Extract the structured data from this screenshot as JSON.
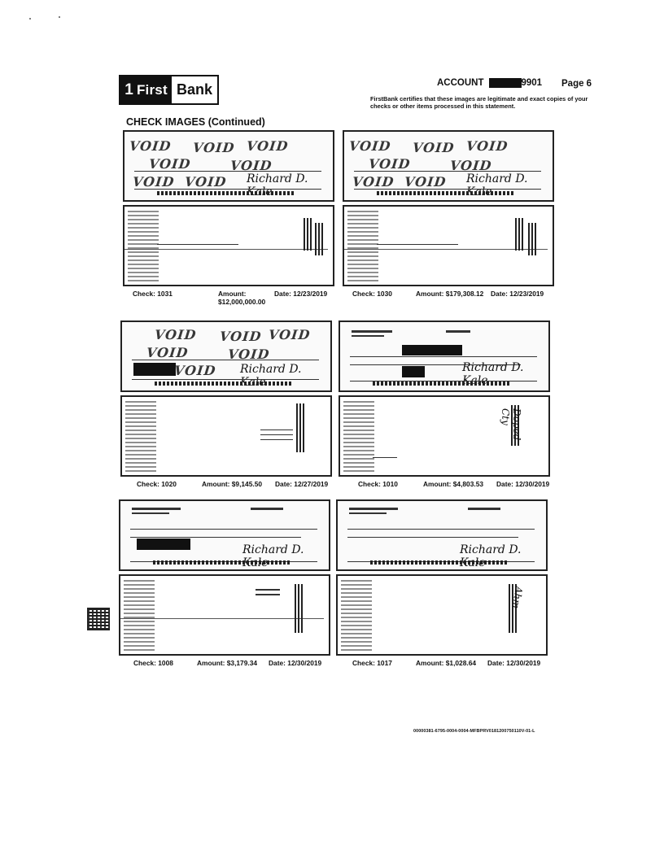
{
  "header": {
    "logo_num": "1",
    "logo_first": "First",
    "logo_bank": "Bank",
    "account_label": "ACCOUNT",
    "account_suffix": "9901",
    "page_label": "Page 6",
    "certification": "FirstBank certifies that these images are legitimate and exact copies of your checks or other items processed in this statement.",
    "section_title": "CHECK IMAGES (Continued)"
  },
  "checks": [
    {
      "check_label": "Check:",
      "check_number": "1031",
      "amount_label": "Amount:",
      "amount": "$12,000,000.00",
      "date_label": "Date:",
      "date": "12/23/2019"
    },
    {
      "check_label": "Check:",
      "check_number": "1030",
      "amount_label": "Amount:",
      "amount": "$179,308.12",
      "date_label": "Date:",
      "date": "12/23/2019"
    },
    {
      "check_label": "Check:",
      "check_number": "1020",
      "amount_label": "Amount:",
      "amount": "$9,145.50",
      "date_label": "Date:",
      "date": "12/27/2019"
    },
    {
      "check_label": "Check:",
      "check_number": "1010",
      "amount_label": "Amount:",
      "amount": "$4,803.53",
      "date_label": "Date:",
      "date": "12/30/2019"
    },
    {
      "check_label": "Check:",
      "check_number": "1008",
      "amount_label": "Amount:",
      "amount": "$3,179.34",
      "date_label": "Date:",
      "date": "12/30/2019"
    },
    {
      "check_label": "Check:",
      "check_number": "1017",
      "amount_label": "Amount:",
      "amount": "$1,028.64",
      "date_label": "Date:",
      "date": "12/30/2019"
    }
  ],
  "check_text": {
    "void": "VOID"
  },
  "footer": {
    "code": "00000381-6795-0004-0004-MFBPRV0181200750110V-01-L"
  }
}
